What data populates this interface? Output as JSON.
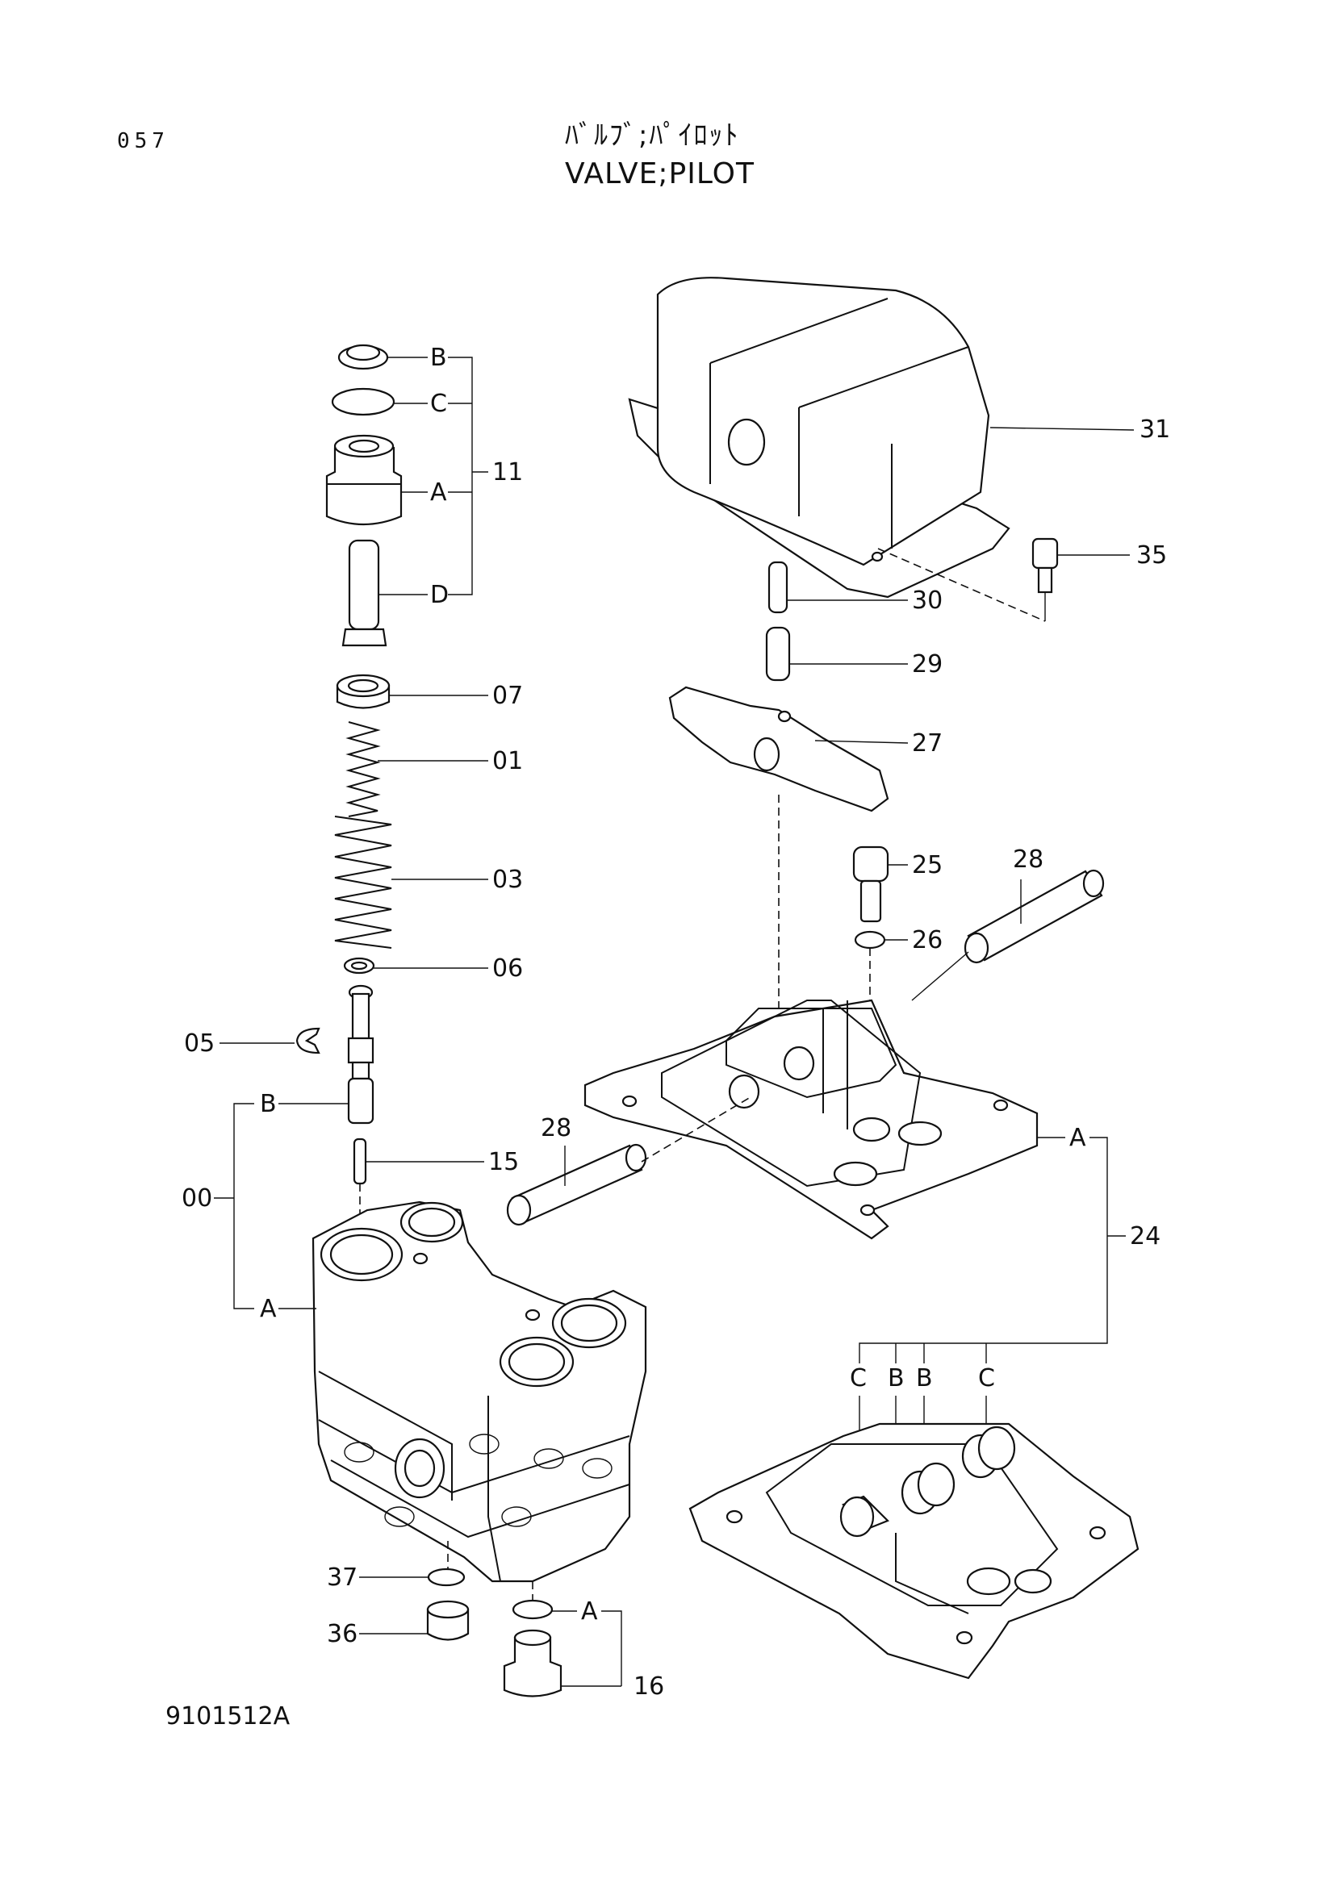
{
  "header": {
    "page_number": "057",
    "title_jp": "ﾊﾞﾙﾌﾞ;ﾊﾟｲﾛｯﾄ",
    "title_en": "VALVE;PILOT"
  },
  "footer": {
    "drawing_number": "9101512A"
  },
  "callouts": {
    "p31": "31",
    "p35": "35",
    "p30": "30",
    "p29": "29",
    "p27": "27",
    "p25": "25",
    "p26": "26",
    "p28a": "28",
    "p28b": "28",
    "p24": "24",
    "p11": "11",
    "p07": "07",
    "p01": "01",
    "p03": "03",
    "p06": "06",
    "p05": "05",
    "p15": "15",
    "p00": "00",
    "p37": "37",
    "p36": "36",
    "p16": "16",
    "b11": "B",
    "c11": "C",
    "a11": "A",
    "d11": "D",
    "b00": "B",
    "a00": "A",
    "a24": "A",
    "a16": "A",
    "c24a": "C",
    "b24a": "B",
    "b24b": "B",
    "c24b": "C"
  }
}
